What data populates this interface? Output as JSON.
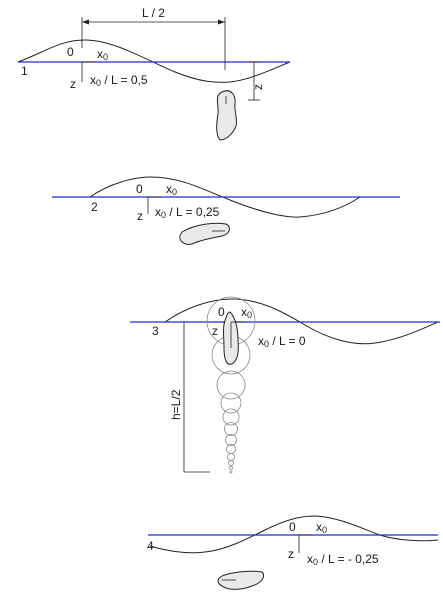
{
  "colors": {
    "waterline": "#1f2fd0",
    "ink": "#222222",
    "body_fill": "#e9e9e9"
  },
  "panels": [
    {
      "index": "1",
      "origin": "0",
      "x_label": "x",
      "x_sub": "0",
      "z_label": "z",
      "ratio_x": "x",
      "ratio_sub": "0",
      "ratio_text": " / L = 0,5",
      "span_label": "L / 2",
      "depth_label": "z"
    },
    {
      "index": "2",
      "origin": "0",
      "x_label": "x",
      "x_sub": "0",
      "z_label": "z",
      "ratio_x": "x",
      "ratio_sub": "0",
      "ratio_text": " / L = 0,25"
    },
    {
      "index": "3",
      "origin": "0",
      "x_label": "x",
      "x_sub": "0",
      "z_label": "z",
      "ratio_x": "x",
      "ratio_sub": "0",
      "ratio_text": " / L = 0",
      "depth_label": "h=L/2"
    },
    {
      "index": "4",
      "origin": "0",
      "x_label": "x",
      "x_sub": "0",
      "z_label": "z",
      "ratio_x": "x",
      "ratio_sub": "0",
      "ratio_text": " / L = - 0,25"
    }
  ]
}
